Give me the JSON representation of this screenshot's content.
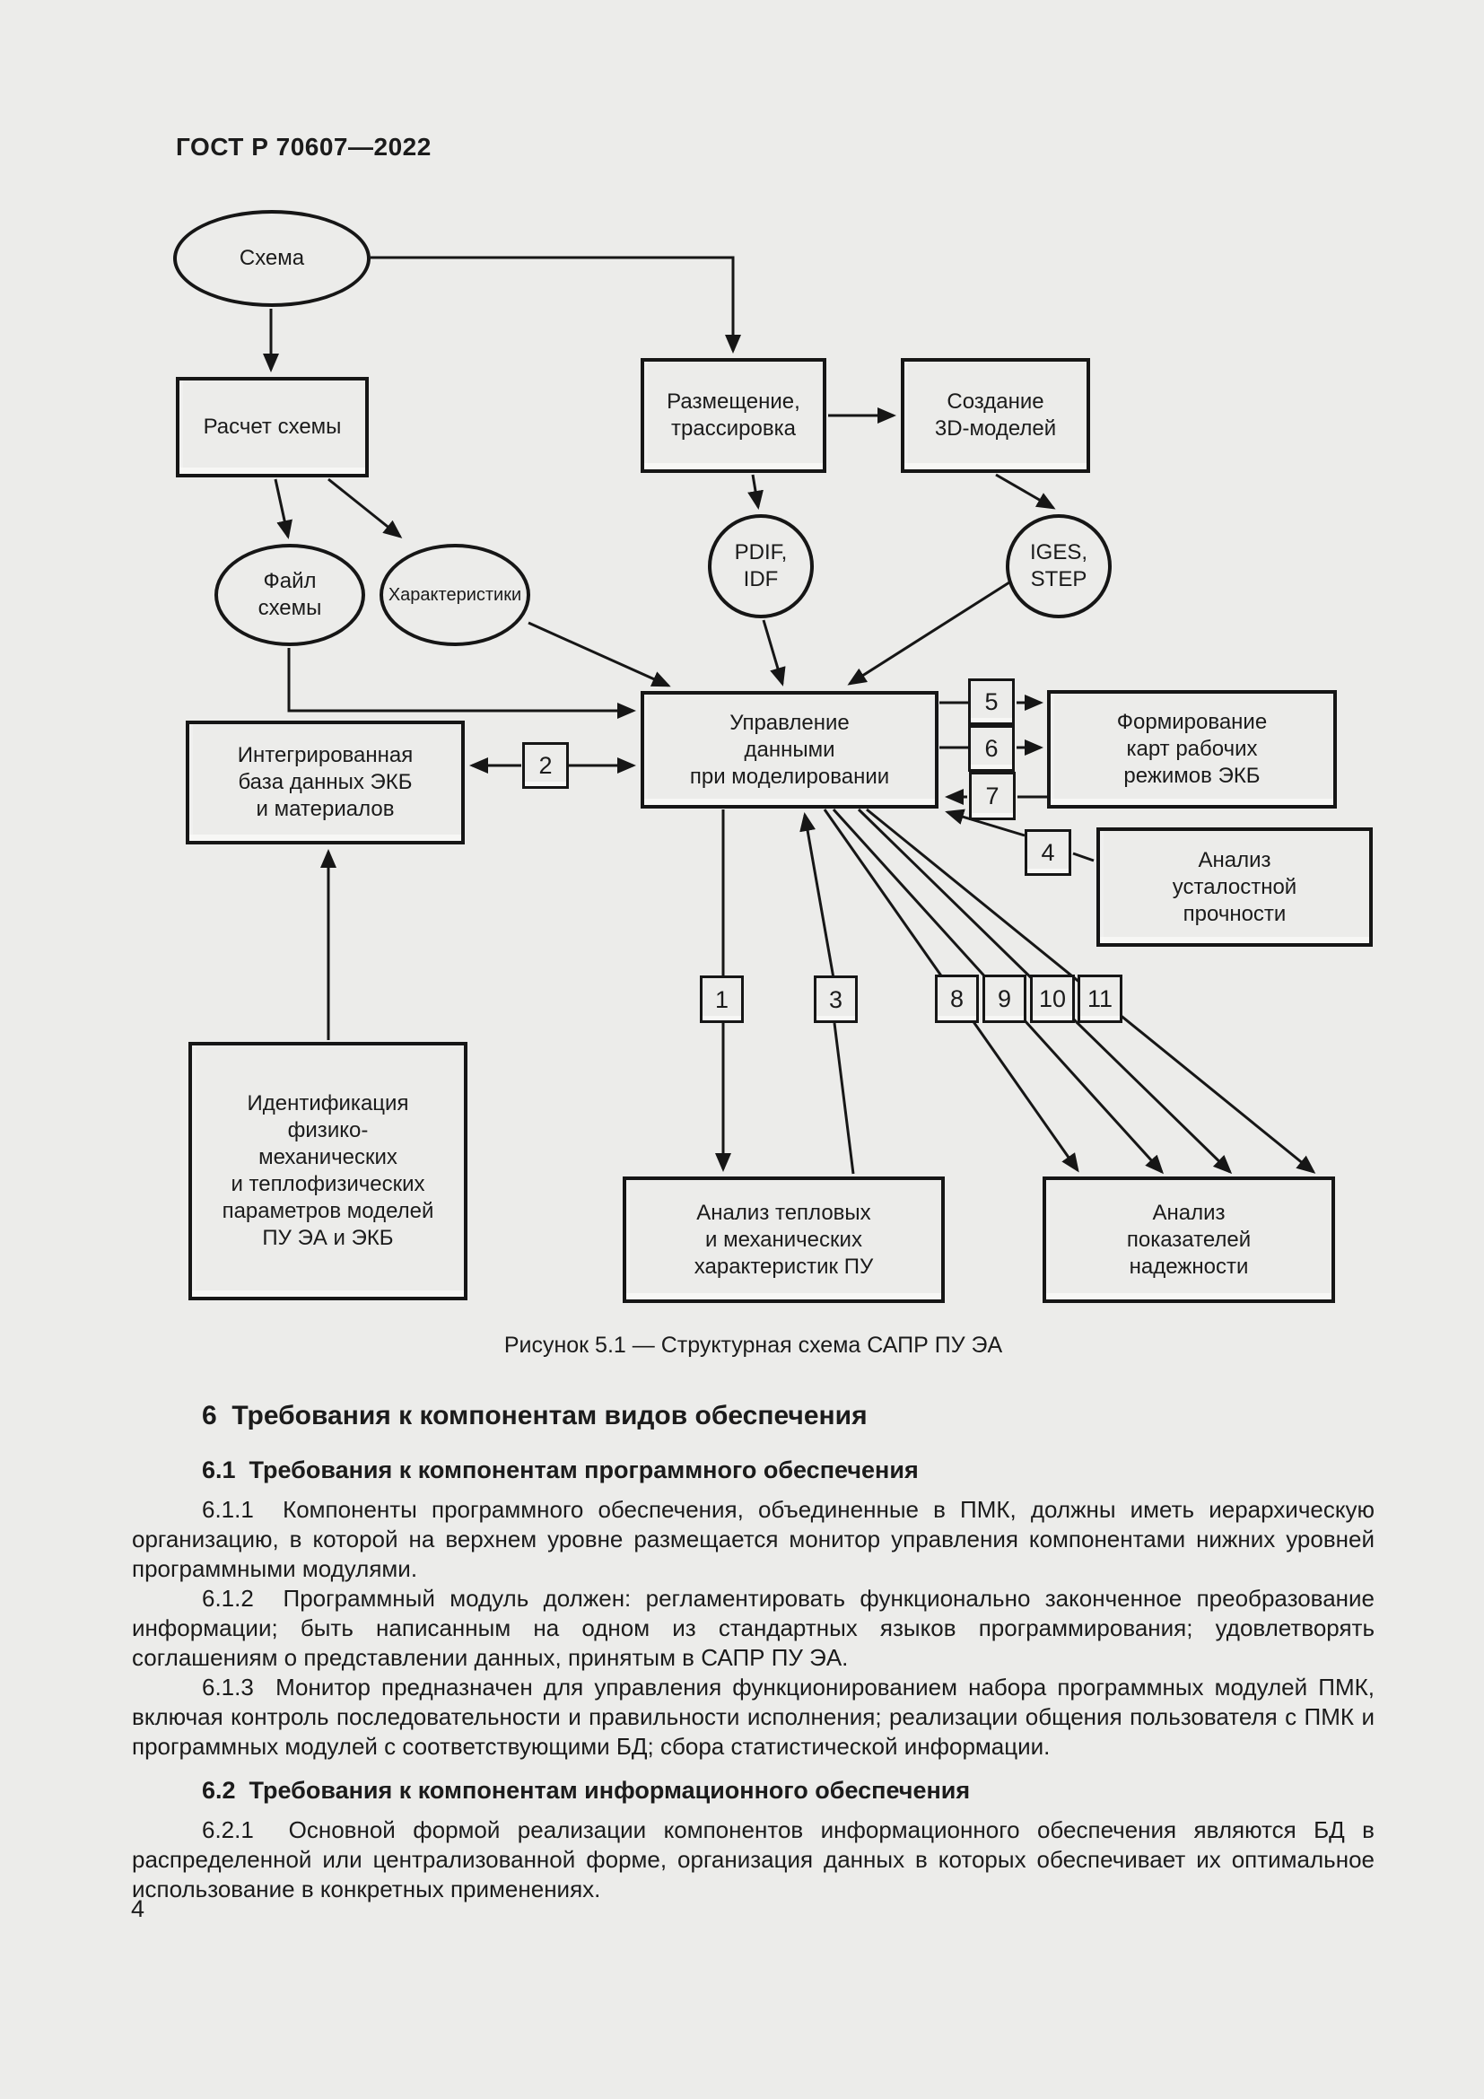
{
  "doc": {
    "standard_code": "ГОСТ Р 70607—2022",
    "page_number": "4"
  },
  "figure": {
    "caption": "Рисунок 5.1 — Структурная схема САПР ПУ ЭА",
    "nodes": {
      "schema": "Схема",
      "circuit_calc": "Расчет схемы",
      "placement": "Размещение,\nтрассировка",
      "create_3d": "Создание\n3D-моделей",
      "schema_file": "Файл\nсхемы",
      "characteristics": "Характеристики",
      "pdif_idf": "PDIF,\nIDF",
      "iges_step": "IGES,\nSTEP",
      "data_management": "Управление\nданными\nпри моделировании",
      "mode_cards": "Формирование\nкарт рабочих\nрежимов ЭКБ",
      "integrated_db": "Интегрированная\nбаза данных ЭКБ\nи материалов",
      "fatigue_analysis": "Анализ\nусталостной\nпрочности",
      "identification": "Идентификация\nфизико-\nмеханических\nи теплофизических\nпараметров моделей\nПУ ЭА и ЭКБ",
      "thermal_analysis": "Анализ тепловых\nи механических\nхарактеристик ПУ",
      "reliability_analysis": "Анализ\nпоказателей\nнадежности"
    },
    "connectors": {
      "c1": "1",
      "c2": "2",
      "c3": "3",
      "c4": "4",
      "c5": "5",
      "c6": "6",
      "c7": "7",
      "c8": "8",
      "c9": "9",
      "c10": "10",
      "c11": "11"
    }
  },
  "sections": {
    "h6": "6  Требования к компонентам видов обеспечения",
    "h6_1": "6.1  Требования к компонентам программного обеспечения",
    "p6_1_1": "6.1.1  Компоненты программного обеспечения, объединенные в ПМК, должны иметь иерархическую организацию, в которой на верхнем уровне размещается монитор управления компонентами нижних уровней программными модулями.",
    "p6_1_2": "6.1.2  Программный модуль должен: регламентировать функционально законченное преобразование информации; быть написанным на одном из стандартных языков программирования; удовлетворять соглашениям о представлении данных, принятым в САПР ПУ ЭА.",
    "p6_1_3": "6.1.3  Монитор предназначен для управления функционированием набора программных модулей ПМК, включая контроль последовательности и правильности исполнения; реализации общения пользователя с ПМК и программных модулей с соответствующими БД; сбора статистической информации.",
    "h6_2": "6.2  Требования к компонентам информационного обеспечения",
    "p6_2_1": "6.2.1  Основной формой реализации компонентов информационного обеспечения являются БД в распределенной или централизованной форме, организация данных в которых обеспечивает их оптимальное использование в конкретных применениях."
  }
}
